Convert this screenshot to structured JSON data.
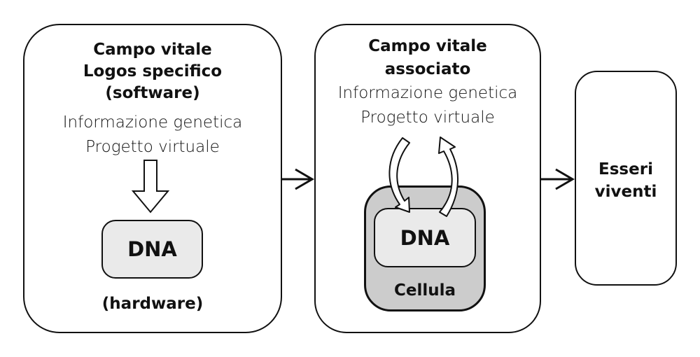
{
  "box_left": {
    "title_lines": [
      "Campo vitale",
      "Logos specifico",
      "(software)"
    ],
    "subtitle_lines": [
      "Informazione genetica",
      "Progetto virtuale"
    ],
    "inner_label": "DNA",
    "footer": "(hardware)"
  },
  "box_middle": {
    "title_lines": [
      "Campo vitale",
      "associato"
    ],
    "subtitle_lines": [
      "Informazione genetica",
      "Progetto virtuale"
    ],
    "inner_label": "DNA",
    "cell_label": "Cellula"
  },
  "box_right": {
    "title_lines": [
      "Esseri",
      "viventi"
    ]
  },
  "colors": {
    "stroke": "#111111",
    "dna_fill": "#eaeaea",
    "cell_fill": "#cccccc"
  }
}
